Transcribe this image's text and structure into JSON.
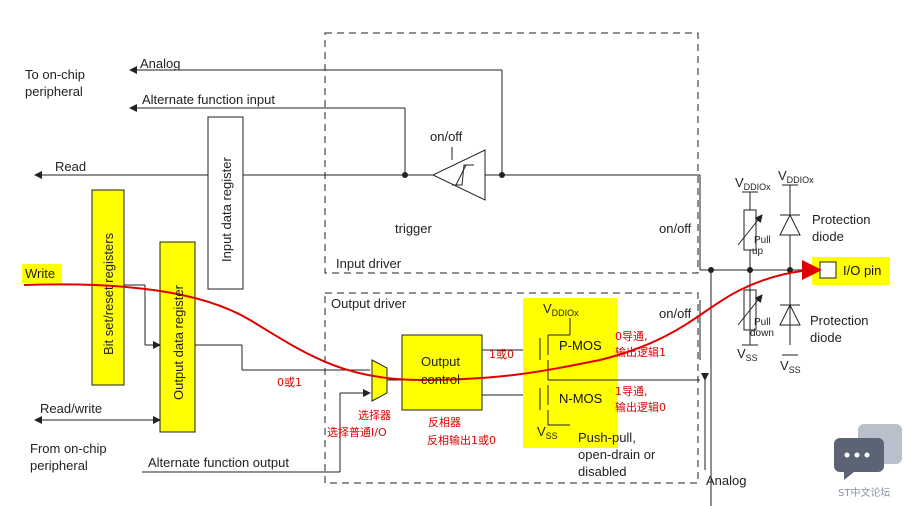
{
  "labels": {
    "analog_top": "Analog",
    "to_onchip": [
      "To on-chip",
      "peripheral"
    ],
    "alt_func_input": "Alternate function input",
    "read": "Read",
    "write": "Write",
    "read_write": "Read/write",
    "from_onchip": [
      "From on-chip",
      "peripheral"
    ],
    "alt_func_output": "Alternate function output",
    "analog_bottom": "Analog",
    "on_off_top": "on/off",
    "trigger": "trigger",
    "on_off_right_top": "on/off",
    "on_off_right_bottom": "on/off",
    "input_driver": "Input driver",
    "output_driver": "Output driver",
    "protection_diode_1": [
      "Protection",
      "diode"
    ],
    "protection_diode_2": [
      "Protection",
      "diode"
    ],
    "io_pin": "I/O pin",
    "pull_up": [
      "Pull",
      "up"
    ],
    "pull_down": [
      "Pull",
      "down"
    ],
    "push_pull": [
      "Push-pull,",
      "open-drain or",
      "disabled"
    ]
  },
  "blocks": {
    "input_data_register": "Input data register",
    "bit_set_reset": "Bit set/reset registers",
    "output_data_register": "Output data register",
    "output_control": [
      "Output",
      "control"
    ],
    "pmos": "P-MOS",
    "nmos": "N-MOS"
  },
  "supply": {
    "vdd": "V",
    "vdd_sub": "DDIOx",
    "vss": "V",
    "vss_sub": "SS"
  },
  "annotations": {
    "zero_or_one": "0或1",
    "one_or_zero": "1或0",
    "selector": "选择器",
    "select_normal_io": "选择普通I/O",
    "inverter": "反相器",
    "inverter_output": "反相输出1或0",
    "pmos_note": [
      "0导通,",
      "输出逻辑1"
    ],
    "nmos_note": [
      "1导通,",
      "输出逻辑0"
    ]
  },
  "watermark": "ST中文论坛",
  "colors": {
    "highlight": "#ffff00",
    "annotation": "#e00000",
    "line": "#222222"
  }
}
